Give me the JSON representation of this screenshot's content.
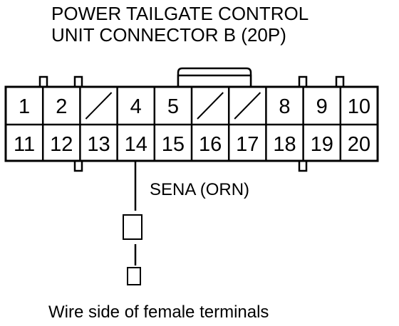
{
  "title": {
    "line1": "POWER TAILGATE CONTROL",
    "line2": "UNIT CONNECTOR B (20P)"
  },
  "connector": {
    "top_row": [
      {
        "label": "1",
        "used": true
      },
      {
        "label": "2",
        "used": true
      },
      {
        "label": "",
        "used": false
      },
      {
        "label": "4",
        "used": true
      },
      {
        "label": "5",
        "used": true
      },
      {
        "label": "",
        "used": false
      },
      {
        "label": "",
        "used": false
      },
      {
        "label": "8",
        "used": true
      },
      {
        "label": "9",
        "used": true
      },
      {
        "label": "10",
        "used": true
      }
    ],
    "bottom_row": [
      "11",
      "12",
      "13",
      "14",
      "15",
      "16",
      "17",
      "18",
      "19",
      "20"
    ]
  },
  "wire": {
    "label": "SENA (ORN)",
    "pin": "14"
  },
  "caption": "Wire side of female terminals"
}
